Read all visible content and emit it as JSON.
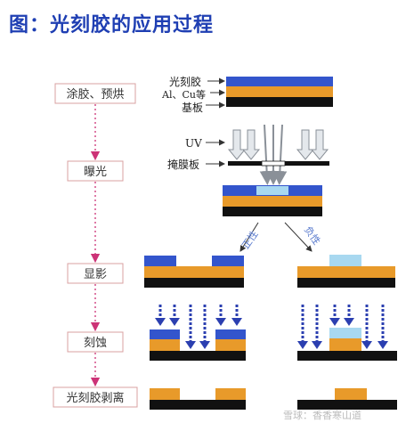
{
  "title": "图：光刻胶的应用过程",
  "colors": {
    "photoresist": "#3355cc",
    "metal": "#e89a2a",
    "substrate": "#111111",
    "exposed_resist": "#a8d8f0",
    "title": "#1f3fb3",
    "step_box_border": "#d8a0a0",
    "step_arrow": "#cc3377",
    "uv_arrow": "#9aa2aa",
    "etch_arrow": "#2b3fb0",
    "callout_line": "#333333"
  },
  "steps": [
    {
      "label": "涂胶、预烘"
    },
    {
      "label": "曝光"
    },
    {
      "label": "显影"
    },
    {
      "label": "刻蚀"
    },
    {
      "label": "光刻胶剥离"
    }
  ],
  "layer_labels": {
    "photoresist": "光刻胶",
    "metal": "Al、Cu等",
    "substrate": "基板"
  },
  "exposure_labels": {
    "uv": "UV",
    "mask": "掩膜板"
  },
  "branches": {
    "positive": "正性",
    "negative": "负性"
  },
  "watermark": "雪球：香香寒山道"
}
